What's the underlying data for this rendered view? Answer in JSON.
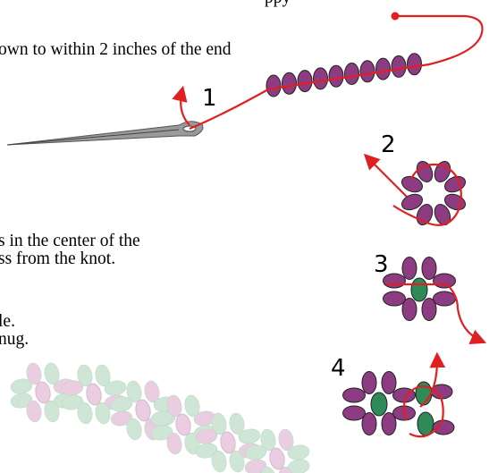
{
  "instructions": {
    "line_top": "ppy",
    "line_1": "own to within 2 inches of the end",
    "line_2a": "s in the center of the",
    "line_2b": "ss from the knot.",
    "line_3a": "le.",
    "line_3b": "nug."
  },
  "steps": {
    "one": "1",
    "two": "2",
    "three": "3",
    "four": "4"
  },
  "colors": {
    "purple_bead": "#8e3c82",
    "green_bead": "#2f8a5a",
    "thread": "#e02020",
    "needle": "#7a7a7a",
    "faded_green": "#cfe6d6",
    "faded_pink": "#ebcde1"
  },
  "icons": [
    "needle-icon",
    "thread-icon",
    "bead-icon",
    "arrow-icon"
  ]
}
